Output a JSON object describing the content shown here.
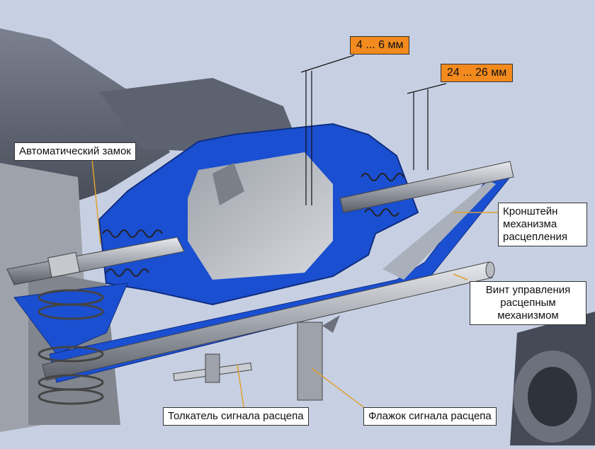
{
  "labels": {
    "auto_lock": "Автоматический замок",
    "bracket": "Кронштейн\nмеханизма\nрасцепления",
    "screw": "Винт управления\nрасцепным\nмеханизмом",
    "pusher": "Толкатель сигнала расцепа",
    "flag": "Флажок сигнала расцепа"
  },
  "dimensions": {
    "gap1": "4 ... 6 мм",
    "gap2": "24 ... 26 мм"
  },
  "colors": {
    "background": "#c7d0e3",
    "section_blue": "#1b4fd1",
    "steel": "#8e939c",
    "dark_steel": "#4a4f5a",
    "label_bg": "#ffffff",
    "dimension_bg": "#f28a1e",
    "leader_line": "#e0a030"
  }
}
